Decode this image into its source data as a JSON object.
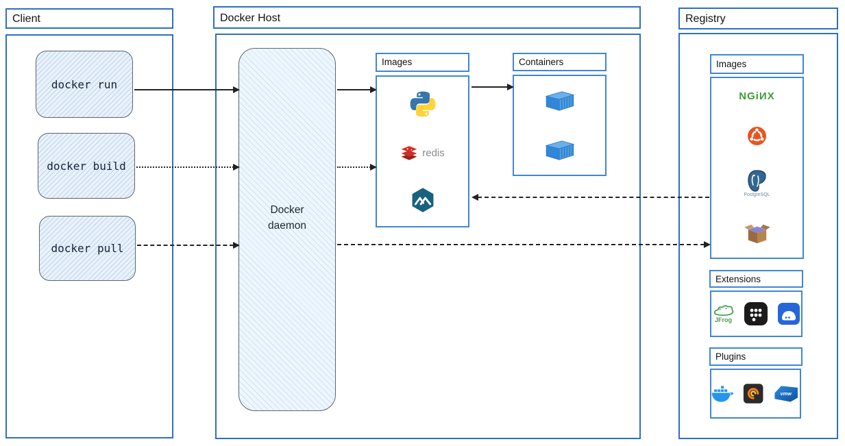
{
  "client": {
    "title": "Client",
    "commands": [
      {
        "label": "docker run",
        "arrow_style": "solid"
      },
      {
        "label": "docker build",
        "arrow_style": "dotted"
      },
      {
        "label": "docker pull",
        "arrow_style": "dashed"
      }
    ]
  },
  "docker_host": {
    "title": "Docker Host",
    "daemon_label": "Docker daemon",
    "images_panel": {
      "label": "Images",
      "items": [
        "python",
        "redis",
        "alpine"
      ]
    },
    "containers_panel": {
      "label": "Containers",
      "items": [
        "container",
        "container"
      ]
    }
  },
  "registry": {
    "title": "Registry",
    "images_panel": {
      "label": "Images",
      "items": [
        "nginx",
        "ubuntu",
        "postgresql",
        "busybox"
      ]
    },
    "extensions_panel": {
      "label": "Extensions",
      "items": [
        "jfrog",
        "apps-grid",
        "sandbox"
      ]
    },
    "plugins_panel": {
      "label": "Plugins",
      "items": [
        "docker",
        "grafana",
        "vmware"
      ]
    }
  },
  "logo_text": {
    "redis": "redis",
    "nginx": "NGiИX",
    "postgresql": "PostgreSQL",
    "jfrog": "JFrog",
    "vmware": "vmw"
  },
  "arrows": [
    {
      "from": "docker-run",
      "to": "docker-daemon",
      "style": "solid"
    },
    {
      "from": "docker-daemon",
      "to": "host-images",
      "style": "solid"
    },
    {
      "from": "host-images",
      "to": "containers",
      "style": "solid"
    },
    {
      "from": "docker-build",
      "to": "docker-daemon",
      "style": "dotted"
    },
    {
      "from": "docker-daemon",
      "to": "host-images",
      "style": "dotted"
    },
    {
      "from": "registry-images",
      "to": "host-images",
      "style": "dashed"
    },
    {
      "from": "docker-pull",
      "to": "docker-daemon",
      "style": "dashed"
    },
    {
      "from": "docker-daemon",
      "to": "registry-images",
      "style": "dashed"
    }
  ],
  "colors": {
    "outer_border": "#2e6fc0",
    "panel_border": "#3f87d2",
    "node_border": "#5a646e",
    "node_fill": "#e9f1fa",
    "arrow": "#222222",
    "nginx_green": "#3d9c35",
    "ubuntu_orange": "#e95420",
    "docker_blue": "#2496ed"
  }
}
